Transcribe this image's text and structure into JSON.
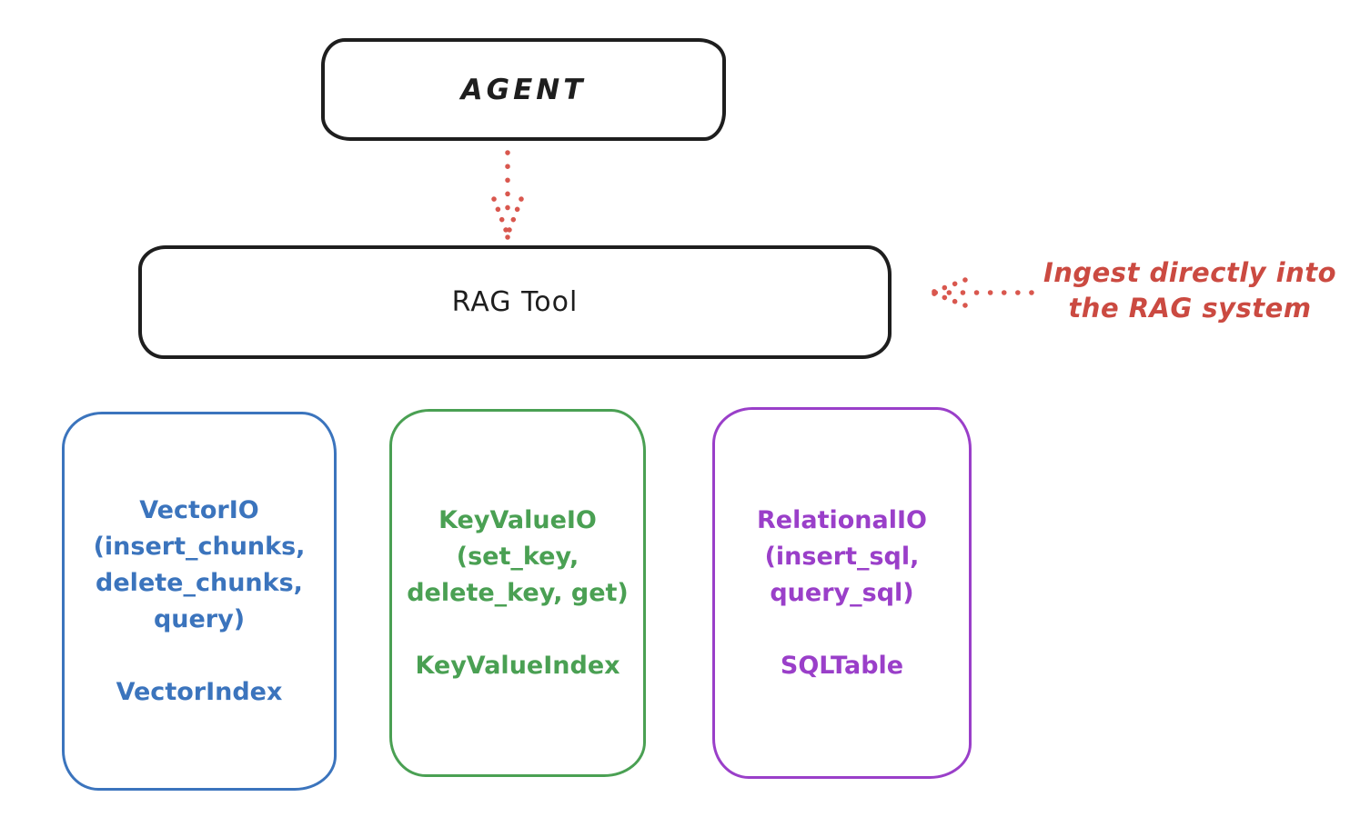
{
  "canvas": {
    "background_color": "#ffffff"
  },
  "nodes": {
    "agent": {
      "label": "AGENT",
      "border_color": "#1e1e1e"
    },
    "rag_tool": {
      "label": "RAG Tool",
      "border_color": "#1e1e1e"
    },
    "vector_store": {
      "color": "#3b74bd",
      "title_lines": [
        "VectorIO",
        "(insert_chunks,",
        "delete_chunks,",
        "query)"
      ],
      "index_label": "VectorIndex"
    },
    "keyvalue_store": {
      "color": "#4aa053",
      "title_lines": [
        "KeyValueIO",
        "(set_key,",
        "delete_key, get)"
      ],
      "index_label": "KeyValueIndex"
    },
    "relational_store": {
      "color": "#9a3fc9",
      "title_lines": [
        "RelationalIO",
        "(insert_sql,",
        "query_sql)"
      ],
      "index_label": "SQLTable"
    }
  },
  "annotation": {
    "line1": "Ingest directly into",
    "line2": "the RAG system",
    "color": "#cb4a41"
  },
  "arrows": {
    "agent_to_rag_tool": {
      "style": "dotted",
      "direction": "down",
      "color": "#d9574e"
    },
    "ingest_into_rag": {
      "style": "dotted",
      "direction": "left",
      "color": "#d9574e"
    }
  }
}
